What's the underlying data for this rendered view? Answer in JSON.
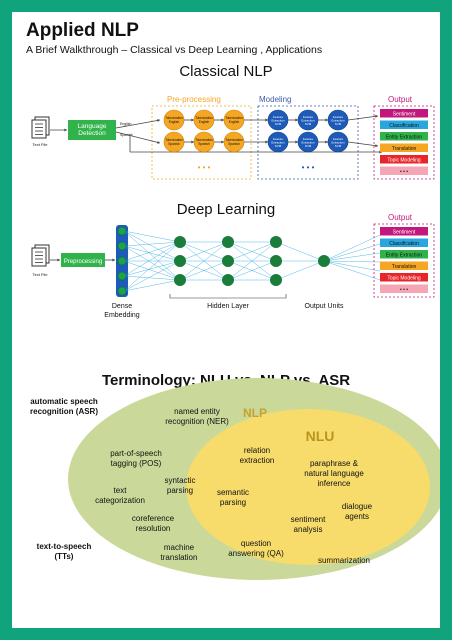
{
  "header": {
    "title": "Applied NLP",
    "subtitle": "A Brief Walkthrough – Classical vs Deep Learning , Applications"
  },
  "classical": {
    "heading": "Classical NLP",
    "preprocessing_label": "Pre-processing",
    "modeling_label": "Modeling",
    "output_label": "Output",
    "text_file_label": "Text File",
    "language_detection": [
      "Language",
      "Detection"
    ],
    "english_label": "English",
    "spanish_label": "Spanish",
    "pre_nodes": [
      [
        "Tokenization",
        "English"
      ],
      [
        "Tokenization",
        "English"
      ],
      [
        "Tokenization",
        "English"
      ],
      [
        "Tokenization",
        "Spanish"
      ],
      [
        "Tokenization",
        "Spanish"
      ],
      [
        "Tokenization",
        "Spanish"
      ]
    ],
    "model_nodes": [
      [
        "Feature",
        "Extraction",
        "SVM"
      ],
      [
        "Feature",
        "Extraction",
        "SVM"
      ],
      [
        "Feature",
        "Extraction",
        "SVM"
      ],
      [
        "Feature",
        "Extraction",
        "SVM"
      ],
      [
        "Feature",
        "Extraction",
        "SVM"
      ],
      [
        "Feature",
        "Extraction",
        "SVM"
      ]
    ],
    "ellipsis": "• • •",
    "outputs": [
      {
        "label": "Sentiment",
        "color": "#c2187d",
        "text_color": "#ffffff"
      },
      {
        "label": "Classification",
        "color": "#2aa6df",
        "text_color": "#111111"
      },
      {
        "label": "Entity Extraction",
        "color": "#2fb34a",
        "text_color": "#111111"
      },
      {
        "label": "Translation",
        "color": "#f5a623",
        "text_color": "#111111"
      },
      {
        "label": "Topic Modeling",
        "color": "#e8262a",
        "text_color": "#ffffff"
      },
      {
        "label": "• • •",
        "color": "#f6a5b5",
        "text_color": "#111111"
      }
    ]
  },
  "deep": {
    "heading": "Deep Learning",
    "output_label": "Output",
    "text_file_label": "Text File",
    "preprocessing": "Preprocessing",
    "dense_embedding": [
      "Dense",
      "Embedding"
    ],
    "hidden_layer": "Hidden Layer",
    "output_units": "Output Units",
    "outputs": [
      {
        "label": "Sentiment",
        "color": "#c2187d",
        "text_color": "#ffffff"
      },
      {
        "label": "Classification",
        "color": "#2aa6df",
        "text_color": "#111111"
      },
      {
        "label": "Entity Extraction",
        "color": "#2fb34a",
        "text_color": "#111111"
      },
      {
        "label": "Translation",
        "color": "#f5a623",
        "text_color": "#111111"
      },
      {
        "label": "Topic Modeling",
        "color": "#e8262a",
        "text_color": "#ffffff"
      },
      {
        "label": "• • •",
        "color": "#f6a5b5",
        "text_color": "#111111"
      }
    ]
  },
  "terminology": {
    "heading": "Terminology: NLU vs. NLP vs. ASR",
    "outer_left": [
      {
        "lines": [
          "automatic speech",
          "recognition (ASR)"
        ]
      },
      {
        "lines": [
          "text-to-speech",
          "(TTs)"
        ]
      }
    ],
    "nlp_label": "NLP",
    "nlu_label": "NLU",
    "nlp_items": [
      {
        "lines": [
          "named entity",
          "recognition (NER)"
        ]
      },
      {
        "lines": [
          "part-of-speech",
          "tagging (POS)"
        ]
      },
      {
        "lines": [
          "text",
          "categorization"
        ]
      },
      {
        "lines": [
          "syntactic",
          "parsing"
        ]
      },
      {
        "lines": [
          "coreference",
          "resolution"
        ]
      },
      {
        "lines": [
          "machine",
          "translation"
        ]
      }
    ],
    "nlu_items": [
      {
        "lines": [
          "relation",
          "extraction"
        ]
      },
      {
        "lines": [
          "paraphrase &",
          "natural language",
          "inference"
        ]
      },
      {
        "lines": [
          "semantic",
          "parsing"
        ]
      },
      {
        "lines": [
          "dialogue",
          "agents"
        ]
      },
      {
        "lines": [
          "sentiment",
          "analysis"
        ]
      },
      {
        "lines": [
          "question",
          "answering (QA)"
        ]
      },
      {
        "lines": [
          "summarization"
        ]
      }
    ],
    "colors": {
      "nlp": "#cad99a",
      "nlu": "#f7dc6b",
      "nlp_text": "#c8a22a",
      "nlu_text": "#b8961f"
    }
  }
}
